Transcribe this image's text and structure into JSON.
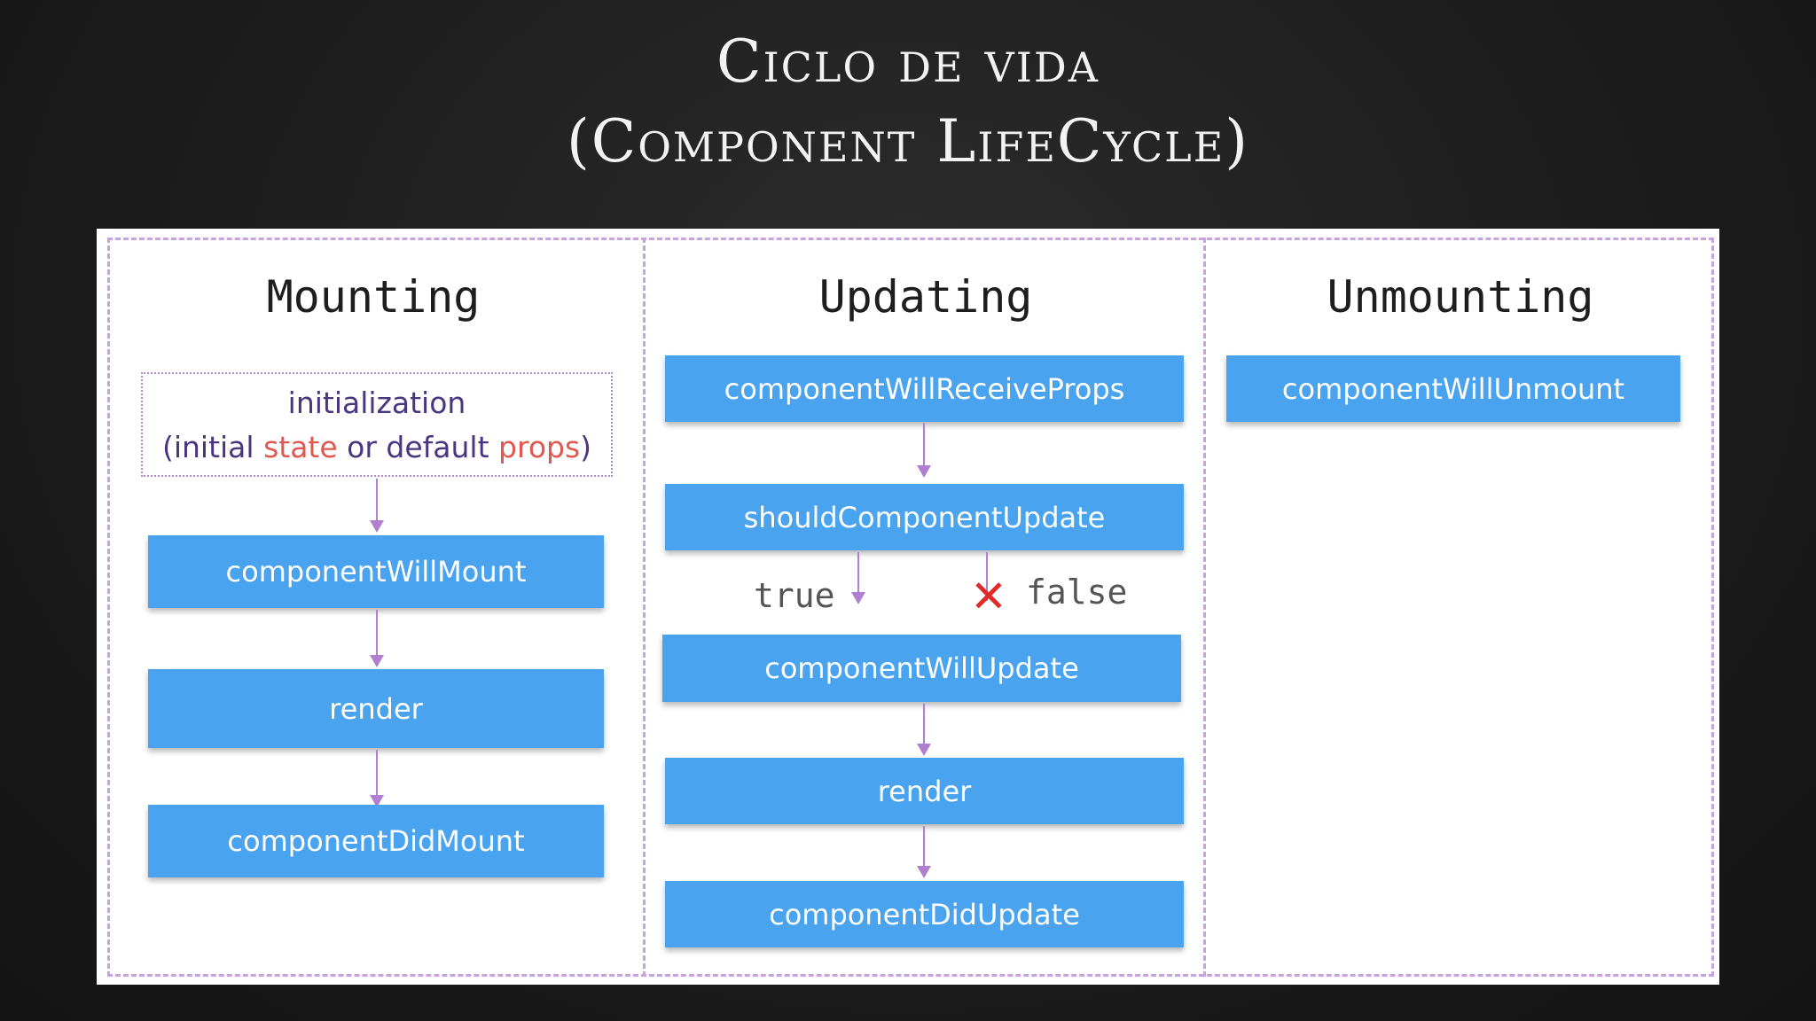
{
  "title": {
    "line1": "Ciclo de vida",
    "line2": "(Component LifeCycle)"
  },
  "mounting": {
    "heading": "Mounting",
    "init": {
      "line1": "initialization",
      "open": "(initial ",
      "state": "state",
      "mid": " or default ",
      "props": "props",
      "close": ")"
    },
    "steps": [
      "componentWillMount",
      "render",
      "componentDidMount"
    ]
  },
  "updating": {
    "heading": "Updating",
    "steps": [
      "componentWillReceiveProps",
      "shouldComponentUpdate",
      "componentWillUpdate",
      "render",
      "componentDidUpdate"
    ],
    "true_label": "true",
    "false_label": "false",
    "x_mark": "✕"
  },
  "unmounting": {
    "heading": "Unmounting",
    "steps": [
      "componentWillUnmount"
    ]
  },
  "colors": {
    "box": "#4aa3ef",
    "border": "#c9a3e0",
    "arrow": "#b17fd0",
    "highlight": "#e0584f",
    "x_mark": "#e02b2b"
  }
}
